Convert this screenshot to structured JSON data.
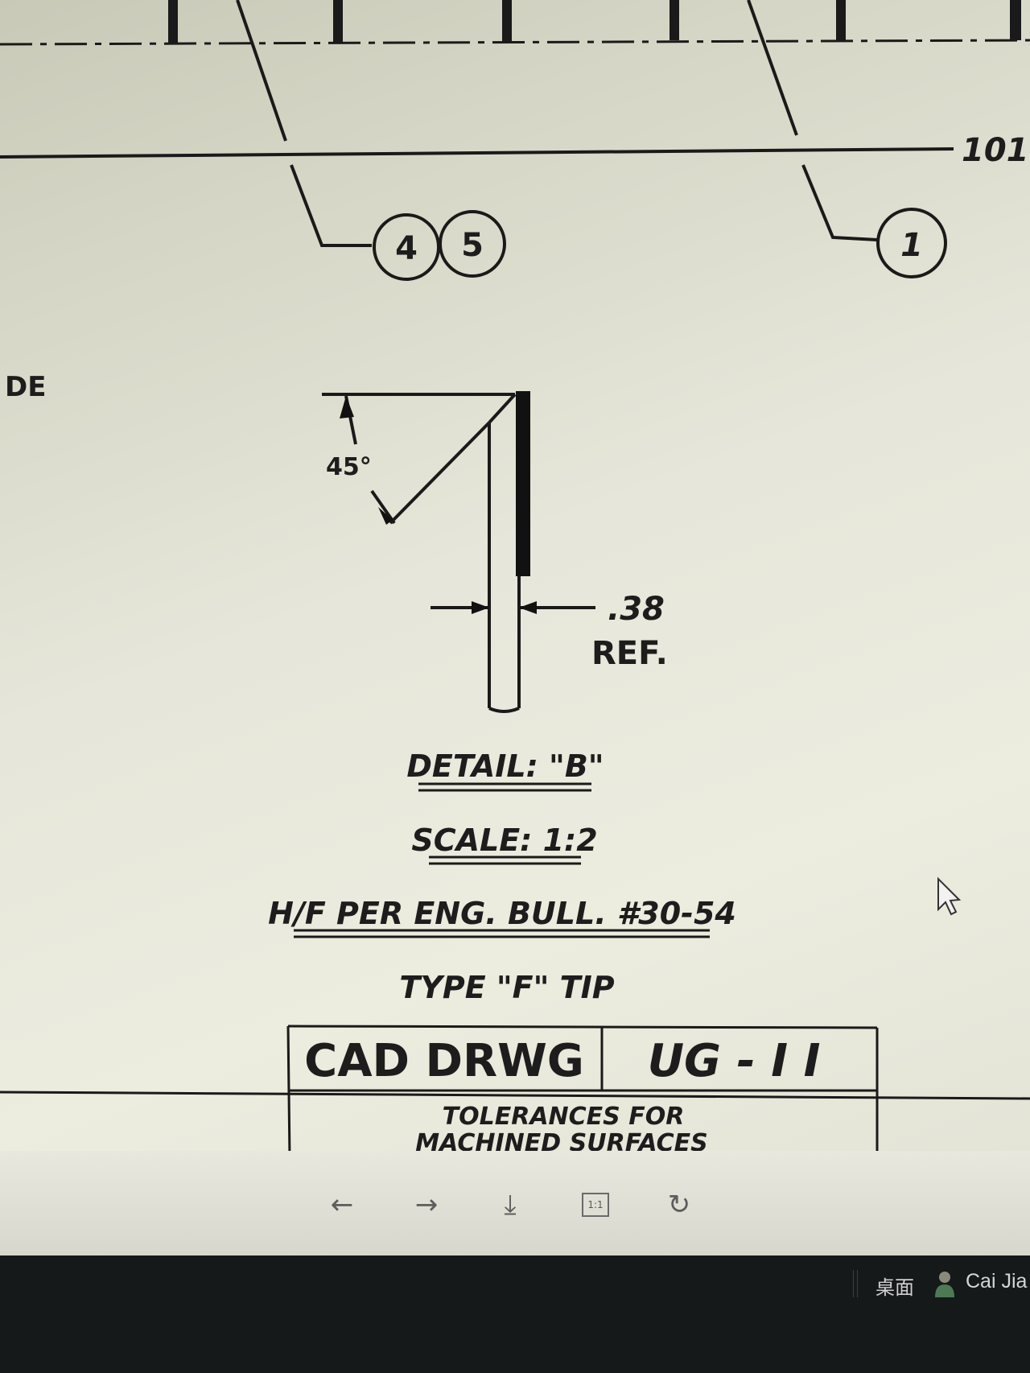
{
  "drawing": {
    "edge_number": "101",
    "balloons": [
      "4",
      "5",
      "1"
    ],
    "left_edge_text": "DE",
    "angle_label": "45°",
    "dimension_value": ".38",
    "dimension_ref": "REF.",
    "detail_title": "DETAIL: \"B\"",
    "scale_label": "SCALE: 1:2",
    "note_reference": "H/F PER ENG. BULL. #30-54",
    "tip_type": "TYPE \"F\" TIP",
    "title_block": {
      "cad_label": "CAD DRWG",
      "standard": "UG - I I",
      "tolerance_line1": "TOLERANCES FOR",
      "tolerance_line2": "MACHINED SURFACES"
    }
  },
  "toolbar": {
    "back_icon": "←",
    "forward_icon": "→",
    "download_icon": "⤓",
    "actual_size_label": "1:1",
    "rotate_icon": "↻"
  },
  "taskbar": {
    "desktop_label": "桌面",
    "user_name": "Cai Jia"
  },
  "icons": {
    "cursor": "arrow-cursor-icon",
    "user": "user-icon"
  }
}
